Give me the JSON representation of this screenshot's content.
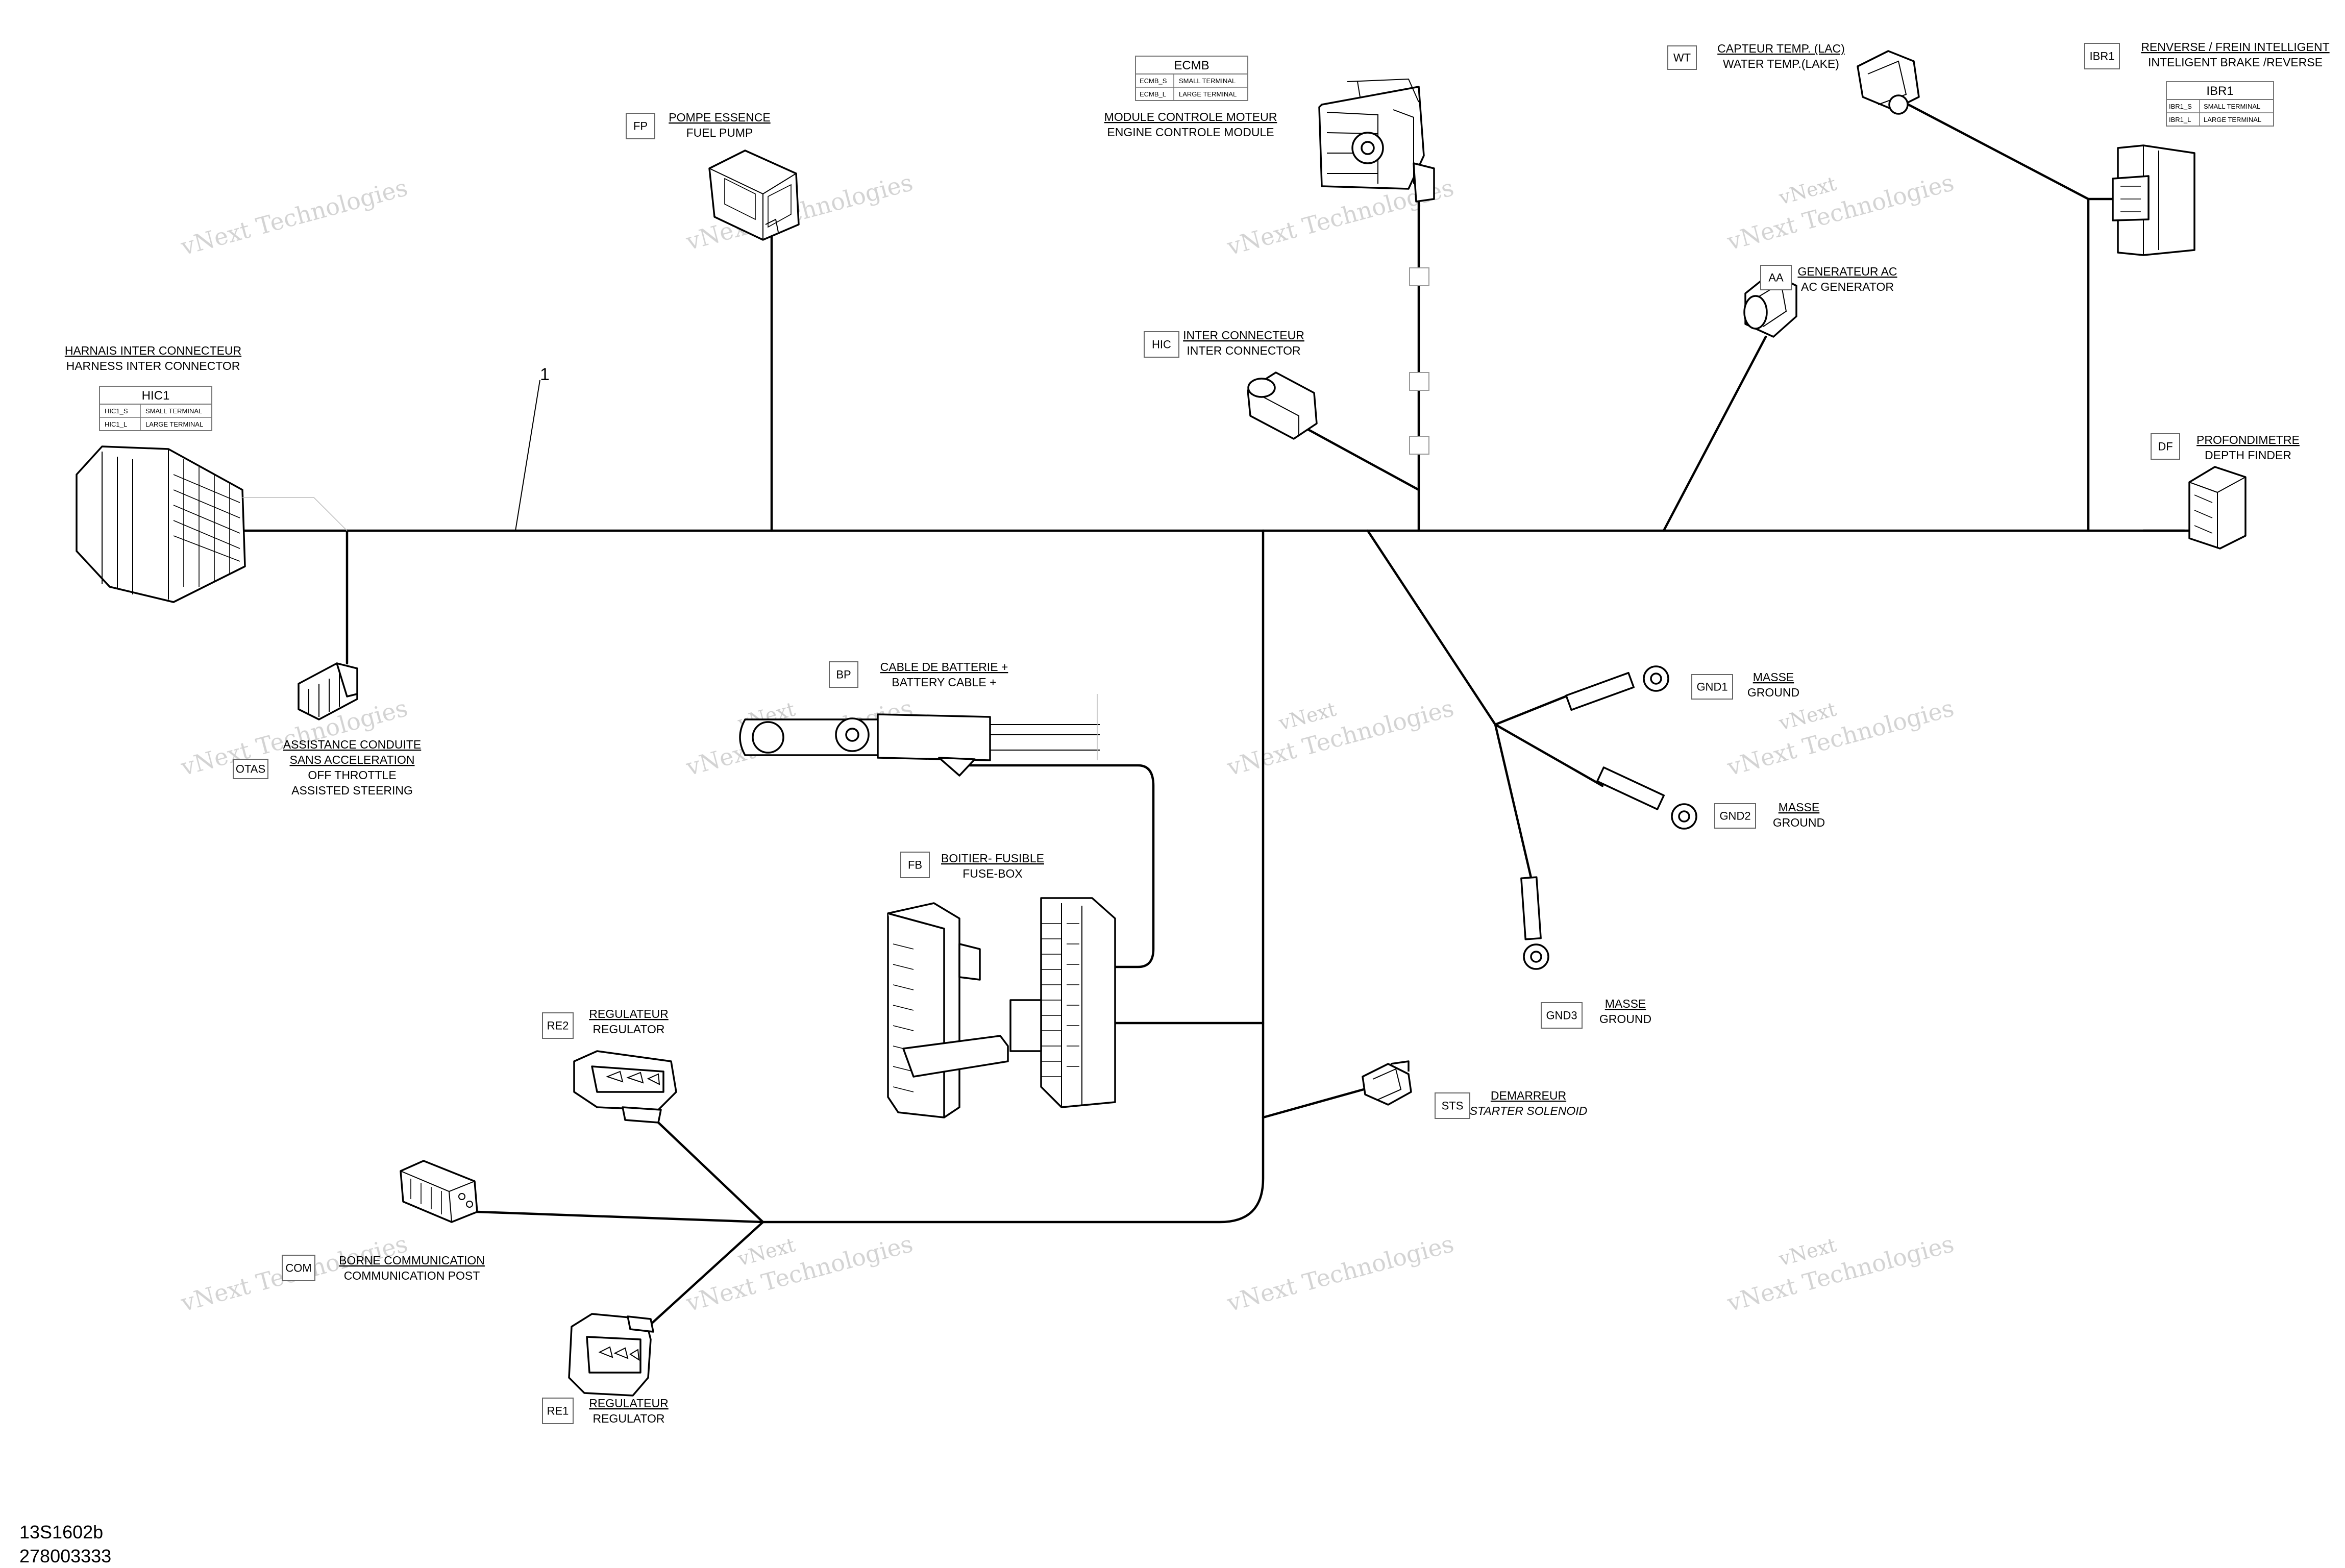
{
  "diagram": {
    "callout": "1",
    "doc_ids": [
      "13S1602b",
      "278003333"
    ],
    "watermark": {
      "line1": "vNext Technologies",
      "line2": "vNext",
      "line3": "Technologies"
    }
  },
  "components": {
    "hic1": {
      "code": "HIC1",
      "fr": "HARNAIS INTER CONNECTEUR",
      "en": "HARNESS INTER CONNECTOR",
      "table_title": "HIC1",
      "rows": [
        [
          "HIC1_S",
          "SMALL TERMINAL"
        ],
        [
          "HIC1_L",
          "LARGE TERMINAL"
        ]
      ]
    },
    "fp": {
      "code": "FP",
      "fr": "POMPE ESSENCE",
      "en": "FUEL PUMP"
    },
    "ecmb": {
      "code": "ECMB",
      "fr": "MODULE CONTROLE MOTEUR",
      "en": "ENGINE CONTROLE MODULE",
      "rows": [
        [
          "ECMB_S",
          "SMALL TERMINAL"
        ],
        [
          "ECMB_L",
          "LARGE TERMINAL"
        ]
      ]
    },
    "wt": {
      "code": "WT",
      "fr": "CAPTEUR TEMP. (LAC)",
      "en": "WATER TEMP.(LAKE)"
    },
    "ibr1": {
      "code": "IBR1",
      "fr": "RENVERSE / FREIN INTELLIGENT",
      "en": "INTELIGENT BRAKE /REVERSE",
      "table_title": "IBR1",
      "rows": [
        [
          "IBR1_S",
          "SMALL TERMINAL"
        ],
        [
          "IBR1_L",
          "LARGE TERMINAL"
        ]
      ]
    },
    "hic": {
      "code": "HIC",
      "fr": "INTER CONNECTEUR",
      "en": "INTER CONNECTOR"
    },
    "aa": {
      "code": "AA",
      "fr": "GENERATEUR AC",
      "en": "AC GENERATOR"
    },
    "df": {
      "code": "DF",
      "fr": "PROFONDIMETRE",
      "en": "DEPTH FINDER"
    },
    "otas": {
      "code": "OTAS",
      "fr_line1": "ASSISTANCE CONDUITE",
      "fr_line2": "SANS ACCELERATION",
      "en_line1": "OFF THROTTLE",
      "en_line2": "ASSISTED STEERING"
    },
    "bp": {
      "code": "BP",
      "fr": "CABLE DE BATTERIE +",
      "en": "BATTERY CABLE +"
    },
    "fb": {
      "code": "FB",
      "fr": "BOITIER- FUSIBLE",
      "en": "FUSE-BOX"
    },
    "gnd1": {
      "code": "GND1",
      "fr": "MASSE",
      "en": "GROUND"
    },
    "gnd2": {
      "code": "GND2",
      "fr": "MASSE",
      "en": "GROUND"
    },
    "gnd3": {
      "code": "GND3",
      "fr": "MASSE",
      "en": "GROUND"
    },
    "re2": {
      "code": "RE2",
      "fr": "REGULATEUR",
      "en": "REGULATOR"
    },
    "sts": {
      "code": "STS",
      "fr": "DEMARREUR",
      "en": "STARTER SOLENOID"
    },
    "com": {
      "code": "COM",
      "fr": "BORNE COMMUNICATION",
      "en": "COMMUNICATION POST"
    },
    "re1": {
      "code": "RE1",
      "fr": "REGULATEUR",
      "en": "REGULATOR"
    }
  }
}
